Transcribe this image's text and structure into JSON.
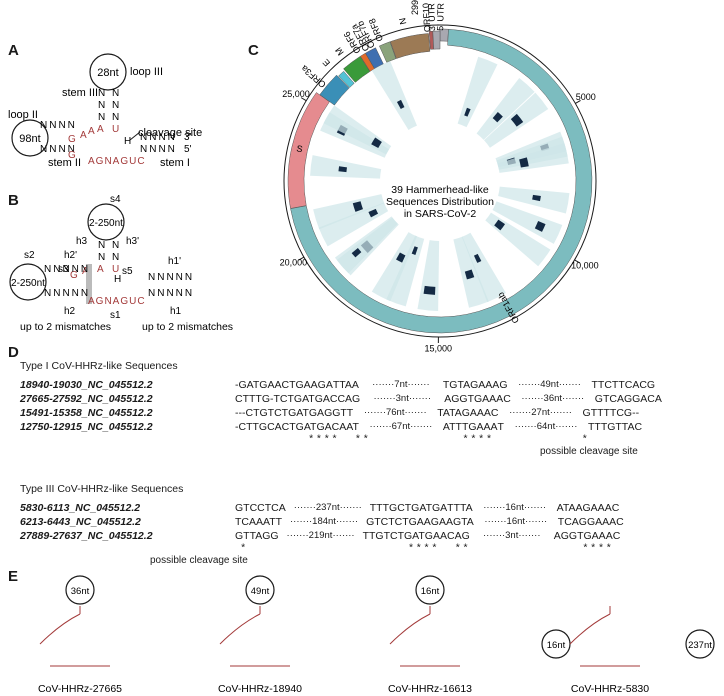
{
  "panels": {
    "a": "A",
    "b": "B",
    "c": "C",
    "d": "D",
    "e": "E"
  },
  "panel_a": {
    "loop_iii": "28nt",
    "loop_iii_label": "loop III",
    "stem_iii_label": "stem III",
    "cleavage_label": "cleavage site",
    "loop_ii": "98nt",
    "loop_ii_label": "loop II",
    "stem_ii_label": "stem II",
    "stem_i_label": "stem I",
    "n_row": "NNNN",
    "prime3": "3'",
    "prime5": "5'",
    "h_label": "H"
  },
  "panel_b": {
    "loop_top": "2-250nt",
    "loop_left": "2-250nt",
    "s1": "s1",
    "s2": "s2",
    "s3": "s3",
    "s4": "s4",
    "s5": "s5",
    "h1": "h1",
    "h1p": "h1'",
    "h2": "h2",
    "h2p": "h2'",
    "h3": "h3",
    "h3p": "h3'",
    "mismatch_left": "up to 2 mismatches",
    "mismatch_right": "up to 2 mismatches"
  },
  "panel_c": {
    "center_line1": "39 Hammerhead-like",
    "center_line2": "Sequences Distribution",
    "center_line3": "in SARS-CoV-2",
    "genes": [
      "5' UTR",
      "ORF1ab",
      "S",
      "ORF3a",
      "E",
      "M",
      "ORF6",
      "ORF7a",
      "ORF7b",
      "ORF8",
      "N",
      "ORF10",
      "3' UTR"
    ],
    "ticks": [
      "5000",
      "10,000",
      "15,000",
      "20,000",
      "25,000",
      "29903"
    ],
    "colors": {
      "orf1ab": "#7cbcbf",
      "s": "#e58b8f",
      "orf3a": "#3a8fb7",
      "e": "#54c2d6",
      "m": "#3a9a3a",
      "orf6": "#e06a2a",
      "orf7a": "#3f6fb0",
      "orf7b": "#5aa0c8",
      "orf8": "#8aa37c",
      "n": "#9c7a55",
      "orf10": "#b05a5a",
      "utr": "#a8a8b0",
      "track": "#cde6e8",
      "hit": "#142a44"
    }
  },
  "panel_d": {
    "type1_title": "Type I CoV-HHRz-like Sequences",
    "type1_rows": [
      {
        "id": "18940-19030_NC_045512.2",
        "s1": "-GATGAA",
        "h1": "CTGAAGA",
        "s1b": "TTAA",
        "gap1": "7nt",
        "s2": "TGTA",
        "h2": "GAAA",
        "s2b": "G",
        "gap2": "49nt",
        "s3": "T",
        "h3": "T",
        "s3b": "CTTCACG"
      },
      {
        "id": "27665-27592_NC_045512.2",
        "s1": "CTTTG-T",
        "h1": "CTGATGA",
        "s1b": "CCAG",
        "gap1": "3nt",
        "s2": "AGGT",
        "h2": "GAAA",
        "s2b": "C",
        "gap2": "36nt",
        "s3": "G",
        "h3": "T",
        "s3b": "CAGGACA"
      },
      {
        "id": "15491-15358_NC_045512.2",
        "s1": "---CTGT",
        "h1": "CTGATGA",
        "s1b": "GGTT",
        "gap1": "76nt",
        "s2": "TATA",
        "h2": "GAAA",
        "s2b": "C",
        "gap2": "27nt",
        "s3": "G",
        "h3": "T",
        "s3b": "TTTCG--"
      },
      {
        "id": "12750-12915_NC_045512.2",
        "s1": "-CTTGCA",
        "h1": "CTGATGA",
        "s1b": "CAAT",
        "gap1": "67nt",
        "s2": "ATTT",
        "h2": "GAAA",
        "s2b": "T",
        "gap2": "64nt",
        "s3": "T",
        "h3": "T",
        "s3b": "TGTTAC"
      }
    ],
    "type1_stars": "****  **",
    "type1_stars2": "****",
    "type1_star3": "*",
    "cleavage_label": "possible cleavage site",
    "type3_title": "Type III CoV-HHRz-like Sequences",
    "type3_rows": [
      {
        "id": "5830-6113_NC_045512.2",
        "h0": "GT",
        "s1": "CCTCA",
        "gap1": "237nt",
        "s2": "TTTG",
        "h2": "CTGATGA",
        "s2b": "TTTA",
        "gap2": "16nt",
        "s3": "ATAA",
        "h3": "GAAA",
        "s3b": "C"
      },
      {
        "id": "6213-6443_NC_045512.2",
        "h0": "TC",
        "s1": "AAATT",
        "gap1": "184nt",
        "s2": "GTCT",
        "h2": "CTGAAGA",
        "s2b": "AGTA",
        "gap2": "16nt",
        "s3": "TCAG",
        "h3": "GAAA",
        "s3b": "C"
      },
      {
        "id": "27889-27637_NC_045512.2",
        "h0": "GT",
        "s1": "TAGG",
        "gap1": "219nt",
        "s2": "TTGT",
        "h2": "CTGATGA",
        "s2b": "ACAG",
        "gap2": "3nt",
        "s3": "AGGT",
        "h3": "GAAA",
        "s3b": "C"
      }
    ]
  },
  "panel_e": {
    "structures": [
      {
        "name": "CoV-HHRz-27665",
        "loop": "36nt"
      },
      {
        "name": "CoV-HHRz-18940",
        "loop": "49nt"
      },
      {
        "name": "CoV-HHRz-16613",
        "loop": "16nt"
      },
      {
        "name": "CoV-HHRz-5830",
        "loop_left": "16nt",
        "loop_right": "237nt"
      }
    ]
  }
}
